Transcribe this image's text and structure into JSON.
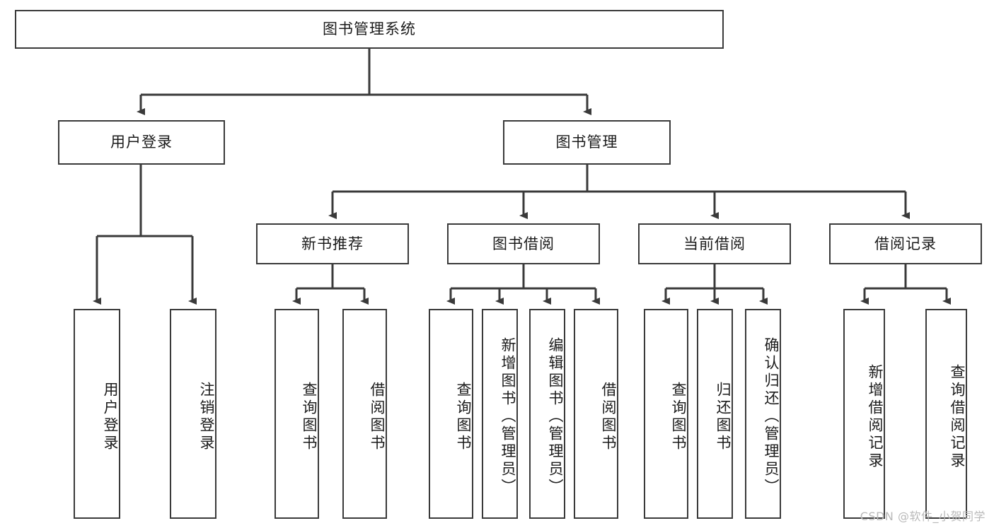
{
  "diagram": {
    "title": "图书管理系统",
    "type": "tree-structure-diagram",
    "root": {
      "label": "图书管理系统"
    },
    "level2": [
      {
        "label": "用户登录"
      },
      {
        "label": "图书管理"
      }
    ],
    "level3": [
      {
        "label": "新书推荐"
      },
      {
        "label": "图书借阅"
      },
      {
        "label": "当前借阅"
      },
      {
        "label": "借阅记录"
      }
    ],
    "leaves": {
      "user_login": [
        {
          "label": "用户登录"
        },
        {
          "label": "注销登录"
        }
      ],
      "new_book_recommend": [
        {
          "label": "查询图书"
        },
        {
          "label": "借阅图书"
        }
      ],
      "book_borrow": [
        {
          "label": "查询图书"
        },
        {
          "label": "新增图书（管理员）"
        },
        {
          "label": "编辑图书（管理员）"
        },
        {
          "label": "借阅图书"
        }
      ],
      "current_borrow": [
        {
          "label": "查询图书"
        },
        {
          "label": "归还图书"
        },
        {
          "label": "确认归还（管理员）"
        }
      ],
      "borrow_record": [
        {
          "label": "新增借阅记录"
        },
        {
          "label": "查询借阅记录"
        }
      ]
    }
  },
  "watermark": {
    "text": "CSDN @软件_小贺同学"
  },
  "colors": {
    "stroke": "#3a3a3a",
    "background": "#ffffff",
    "text": "#1b1b1b",
    "watermark": "#b9b9b9"
  }
}
